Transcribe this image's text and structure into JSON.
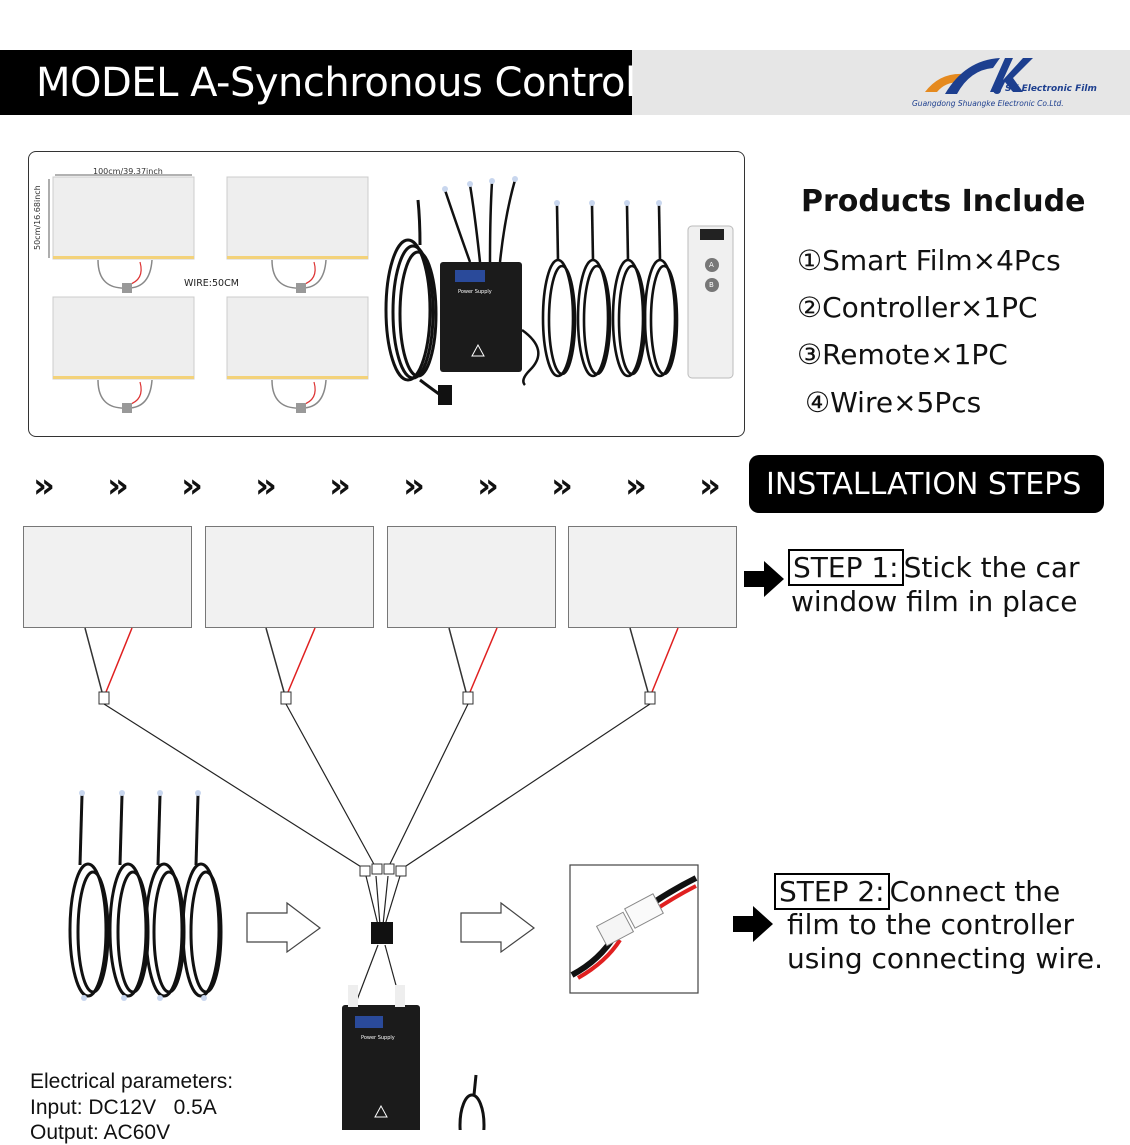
{
  "header": {
    "title": "MODEL A-Synchronous Control",
    "logo_brand": "SK Electronic Film",
    "logo_company": "Guangdong Shuangke Electronic Co.Ltd."
  },
  "product_image": {
    "width_label": "100cm/39.37inch",
    "height_label": "50cm/16.68inch",
    "wire_label": "WIRE:50CM",
    "remote_buttons": [
      "A",
      "B"
    ],
    "controller_label": "Power Supply"
  },
  "products_include": {
    "title": "Products Include",
    "items": [
      "①Smart Film×4Pcs",
      "②Controller×1PC",
      "③Remote×1PC",
      "④Wire×5Pcs"
    ]
  },
  "installation": {
    "title": "INSTALLATION STEPS",
    "chevron": "»",
    "steps": [
      {
        "label": "STEP 1:",
        "lines": [
          "Stick the car",
          "window film in place"
        ]
      },
      {
        "label": "STEP 2:",
        "lines": [
          "Connect the",
          "film to the controller",
          "using connecting wire."
        ]
      }
    ]
  },
  "electrical": {
    "title": "Electrical parameters:",
    "lines": [
      "Input: DC12V   0.5A",
      "Output: AC60V"
    ]
  },
  "colors": {
    "header_bg": "#000000",
    "header_right_bg": "#e6e6e6",
    "wire_red": "#e02020",
    "logo_blue": "#1d3f8f"
  }
}
